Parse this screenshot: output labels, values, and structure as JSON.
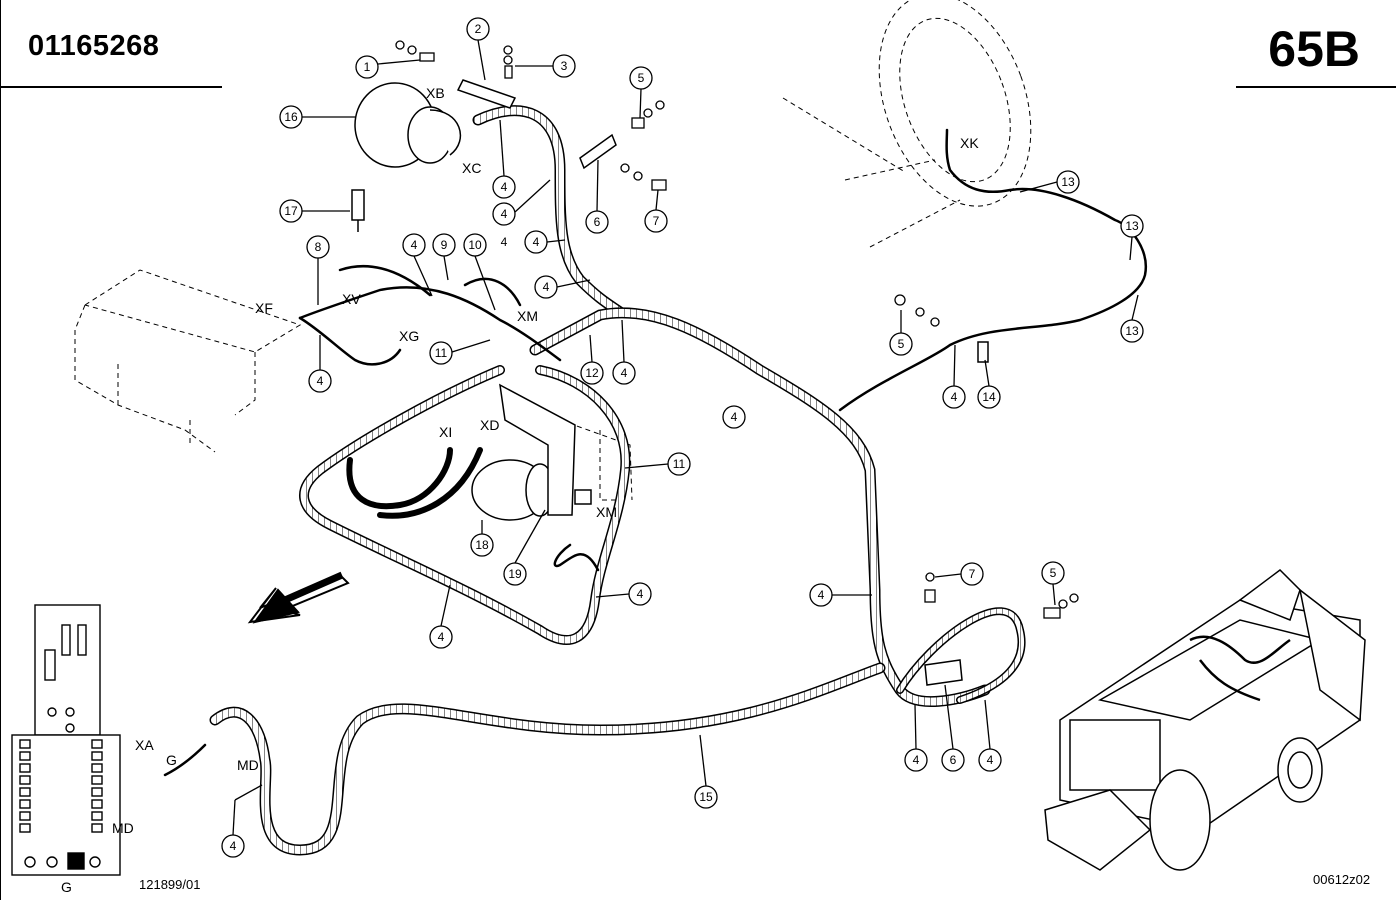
{
  "header": {
    "part_number": "01165268",
    "sheet": "65B"
  },
  "footer": {
    "left_code": "121899/01",
    "right_code": "00612z02"
  },
  "connector_labels": {
    "xb": "XB",
    "xc": "XC",
    "xk": "XK",
    "xf": "XF",
    "xv": "XV",
    "xg": "XG",
    "xm_upper": "XM",
    "xm_lower": "XM",
    "xi": "XI",
    "xd": "XD",
    "xa": "XA",
    "g_harness": "G",
    "md_harness": "MD",
    "md_panel": "MD",
    "g_panel": "G"
  },
  "callouts": [
    "1",
    "2",
    "3",
    "5",
    "16",
    "4",
    "4",
    "6",
    "7",
    "4",
    "17",
    "8",
    "4",
    "9",
    "10",
    "4",
    "11",
    "12",
    "4",
    "13",
    "13",
    "5",
    "13",
    "4",
    "14",
    "4",
    "11",
    "4",
    "18",
    "19",
    "4",
    "4",
    "7",
    "4",
    "5",
    "4",
    "6",
    "4",
    "15",
    "4",
    "4"
  ]
}
